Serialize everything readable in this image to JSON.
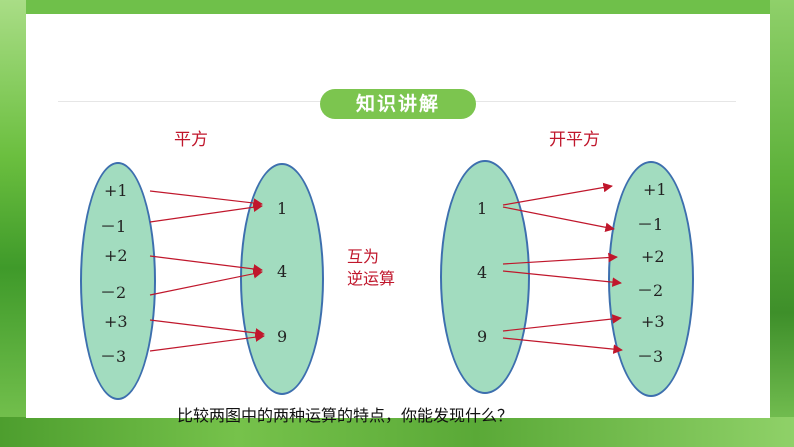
{
  "section_badge": "知识讲解",
  "left_diagram": {
    "title": "平方",
    "domain": [
      "+1",
      "－1",
      "+2",
      "－2",
      "+3",
      "－3"
    ],
    "codomain": [
      "1",
      "4",
      "9"
    ]
  },
  "middle_label": {
    "line1": "互为",
    "line2": "逆运算"
  },
  "right_diagram": {
    "title": "开平方",
    "domain": [
      "1",
      "4",
      "9"
    ],
    "codomain": [
      "+1",
      "－1",
      "+2",
      "－2",
      "+3",
      "－3"
    ]
  },
  "question": "比较两图中的两种运算的特点，你能发现什么？",
  "colors": {
    "arrow": "#c0172c",
    "oval_fill": "#a2dcbf",
    "oval_border": "#3d6fae",
    "badge": "#7cc54f"
  }
}
